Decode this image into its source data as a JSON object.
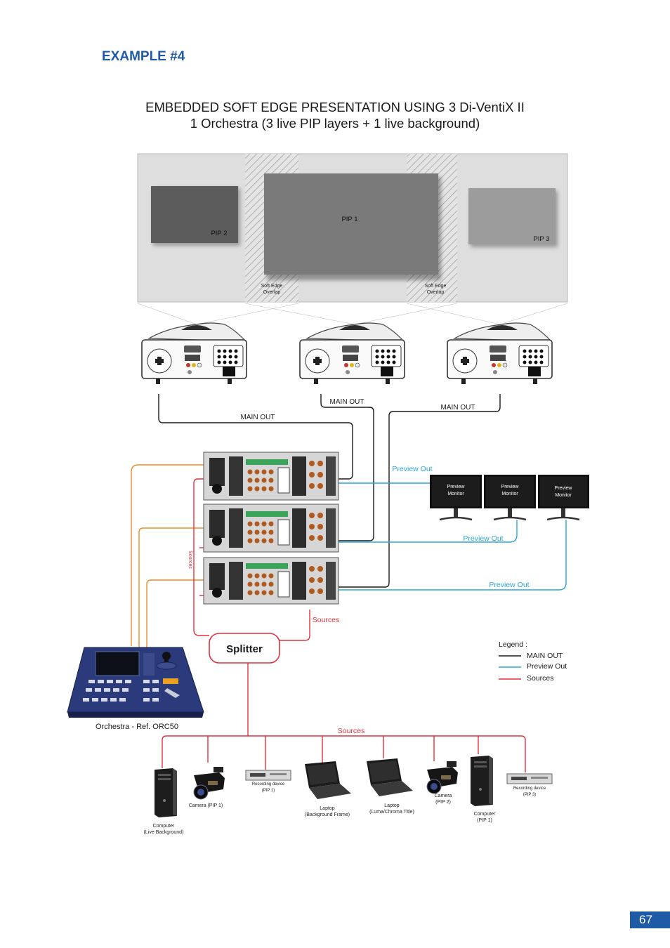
{
  "header": {
    "example": "EXAMPLE #4",
    "title_line1": "EMBEDDED SOFT EDGE PRESENTATION USING  3 Di-VentiX II",
    "title_line2": "1 Orchestra (3 live PIP layers + 1 live background)"
  },
  "screen": {
    "pip1": "PIP 1",
    "pip2": "PIP 2",
    "pip3": "PIP 3",
    "soft_edge_left": [
      "Soft Edge",
      "Overlap"
    ],
    "soft_edge_right": [
      "Soft Edge",
      "Overlap"
    ]
  },
  "connections": {
    "main_out_1": "MAIN OUT",
    "main_out_2": "MAIN OUT",
    "main_out_3": "MAIN OUT",
    "preview_out_1": "Preview Out",
    "preview_out_2": "Preview Out",
    "preview_out_3": "Preview Out",
    "sources_vertical": "Sources",
    "sources_splitter": "Sources",
    "sources_bus": "Sources"
  },
  "monitors": [
    [
      "Preview",
      "Monitor"
    ],
    [
      "Preview",
      "Monitor"
    ],
    [
      "Preview",
      "Monitor"
    ]
  ],
  "splitter": "Splitter",
  "controller": "Orchestra - Ref. ORC50",
  "legend": {
    "title": "Legend :",
    "items": [
      {
        "label": "MAIN OUT",
        "color": "#1a1a1a"
      },
      {
        "label": "Preview Out",
        "color": "#2aa5dc"
      },
      {
        "label": "Sources",
        "color": "#e0323c"
      }
    ]
  },
  "devices": [
    [
      "Computer",
      "(Live Background)"
    ],
    [
      "Camera (PIP 1)"
    ],
    [
      "Recording device",
      "(PIP 1)"
    ],
    [
      "Laptop",
      "(Background Frame)"
    ],
    [
      "Laptop",
      "(Luma/Chroma Title)"
    ],
    [
      "Camera",
      "(PIP 2)"
    ],
    [
      "Computer",
      "(PIP 1)"
    ],
    [
      "Recording device",
      "(PIP 3)"
    ]
  ],
  "page_number": "67",
  "colors": {
    "main_out": "#1a1a1a",
    "preview_out": "#2aa5dc",
    "sources": "#e0323c",
    "orange": "#ef8a2a",
    "accent": "#1f5aa6"
  }
}
